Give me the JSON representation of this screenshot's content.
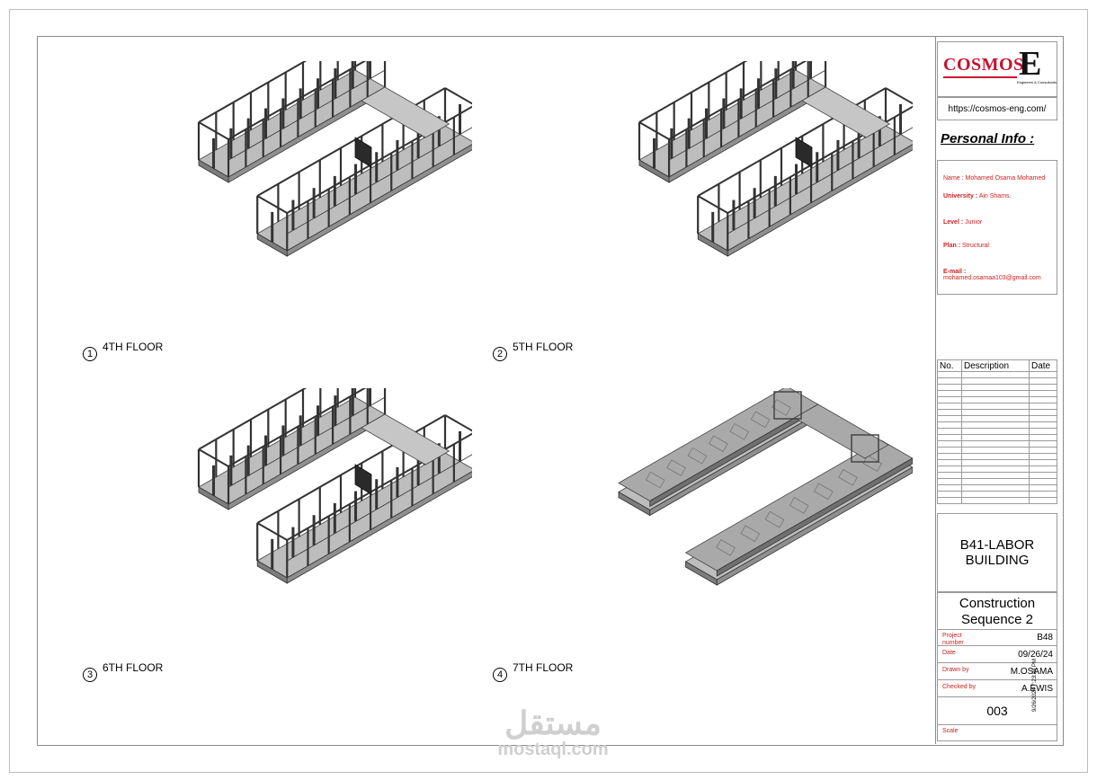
{
  "logo": {
    "word": "COSMOS",
    "letter": "E",
    "tagline": "Engineers & Consultants"
  },
  "website": "https://cosmos-eng.com/",
  "personal_info": {
    "heading": "Personal Info :",
    "name_label": "Name :",
    "name_value": "Mohamed Osama Mohamed",
    "university_label": "University :",
    "university_value": "Ain Shams.",
    "level_label": "Level :",
    "level_value": "Junior",
    "plan_label": "Plan :",
    "plan_value": "Structural",
    "email_label": "E-mail :",
    "email_value": "mohamed.osamaa103@gmail.com"
  },
  "revisions": {
    "headers": [
      "No.",
      "Description",
      "Date"
    ],
    "empty_rows": 21
  },
  "project_name": "B41-LABOR BUILDING",
  "sheet_name": "Construction Sequence 2",
  "fields": [
    {
      "label": "Project number",
      "value": "B48"
    },
    {
      "label": "Date",
      "value": "09/26/24"
    },
    {
      "label": "Drawn by",
      "value": "M.OSAMA"
    },
    {
      "label": "Checked by",
      "value": "A.EWIS"
    }
  ],
  "sheet_number": "003",
  "scale_label": "Scale",
  "print_stamp": "9/26/2024 7:23:24 PM",
  "views": [
    {
      "number": "1",
      "title": "4TH FLOOR",
      "kind": "frame"
    },
    {
      "number": "2",
      "title": "5TH FLOOR",
      "kind": "frame"
    },
    {
      "number": "3",
      "title": "6TH FLOOR",
      "kind": "frame"
    },
    {
      "number": "4",
      "title": "7TH FLOOR",
      "kind": "slab"
    }
  ],
  "watermark": {
    "arabic": "مستقل",
    "latin": "mostaql.com"
  },
  "colors": {
    "accent_red": "#d02020",
    "logo_red": "#c8102e",
    "slab_gray": "#9a9a9a"
  }
}
